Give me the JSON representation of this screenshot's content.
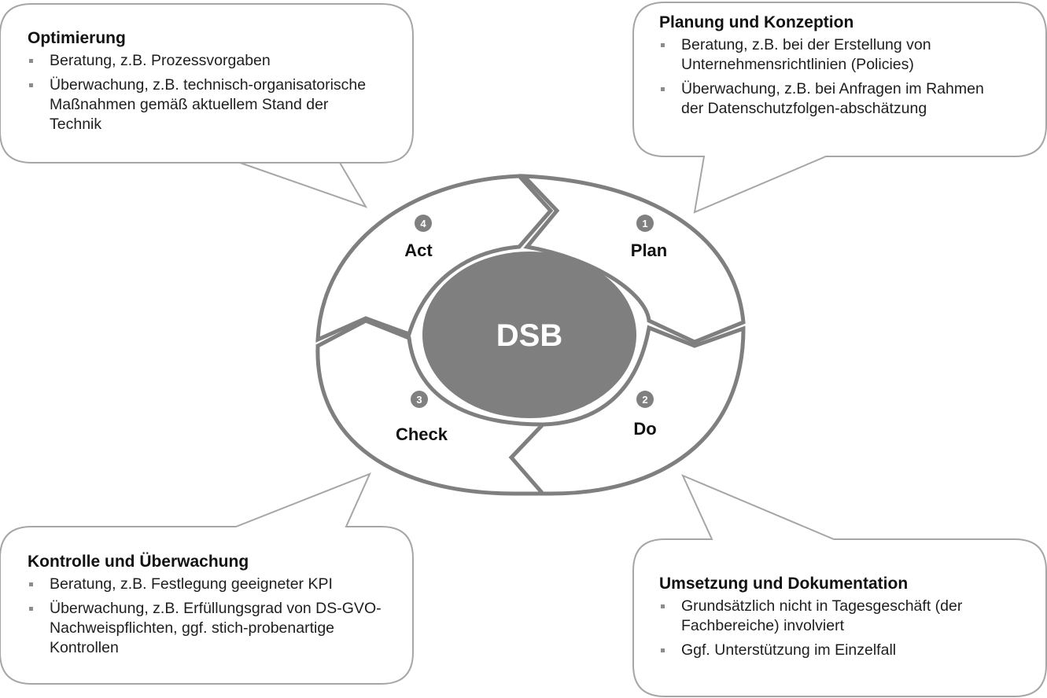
{
  "center": {
    "label": "DSB"
  },
  "phases": [
    {
      "number": "1",
      "label": "Plan"
    },
    {
      "number": "2",
      "label": "Do"
    },
    {
      "number": "3",
      "label": "Check"
    },
    {
      "number": "4",
      "label": "Act"
    }
  ],
  "callouts": {
    "act": {
      "title": "Optimierung",
      "items": [
        "Beratung, z.B. Prozessvorgaben",
        "Überwachung, z.B. technisch-organisatorische Maßnahmen gemäß aktuellem Stand der Technik"
      ]
    },
    "plan": {
      "title": "Planung und Konzeption",
      "items": [
        "Beratung, z.B. bei der Erstellung von Unternehmensrichtlinien (Policies)",
        "Überwachung, z.B. bei Anfragen im Rahmen der Datenschutzfolgen-abschätzung"
      ]
    },
    "check": {
      "title": "Kontrolle und Überwachung",
      "items": [
        "Beratung, z.B. Festlegung geeigneter KPI",
        "Überwachung, z.B. Erfüllungsgrad von DS-GVO-Nachweispflichten, ggf. stich-probenartige Kontrollen"
      ]
    },
    "do": {
      "title": "Umsetzung und Dokumentation",
      "items": [
        "Grundsätzlich nicht in Tagesgeschäft (der Fachbereiche) involviert",
        "Ggf. Unterstützung im Einzelfall"
      ]
    }
  },
  "colors": {
    "outline": "#7f7f7f",
    "center_fill": "#7f7f7f",
    "badge_fill": "#808080"
  }
}
